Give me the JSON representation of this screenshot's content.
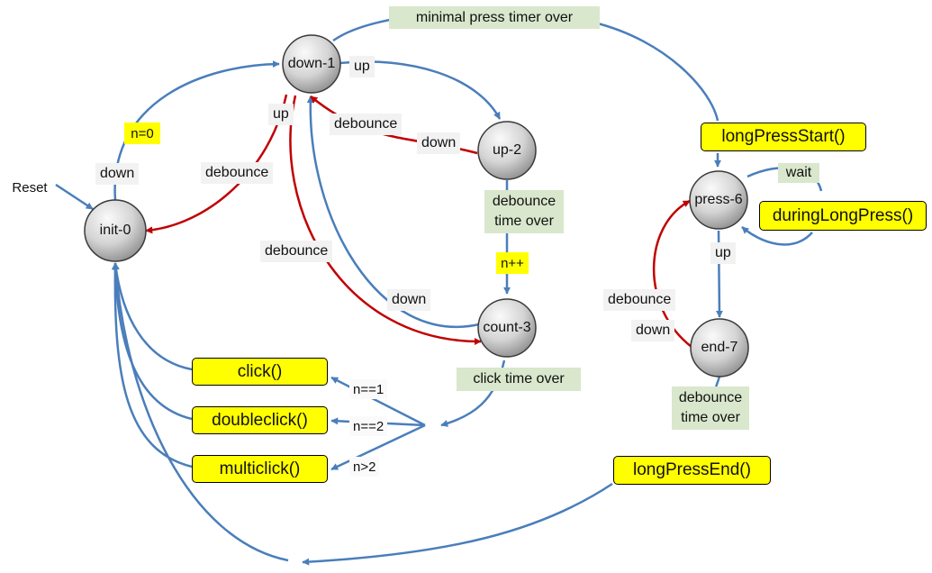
{
  "colors": {
    "transition": "#4a7ebb",
    "debounce_transition": "#c00000",
    "state_fill_light": "#f7f7f7",
    "state_fill_dark": "#9a9a9a",
    "callback_fill": "#ffff00",
    "timer_fill": "#d9e7cc",
    "label_fill": "#f2f2f2"
  },
  "states": {
    "init": "init-0",
    "down": "down-1",
    "up": "up-2",
    "count": "count-3",
    "press": "press-6",
    "end": "end-7"
  },
  "entry": {
    "reset": "Reset"
  },
  "labels": {
    "down_init": "down",
    "n_eq_0": "n=0",
    "up_down1": "up",
    "debounce_down1_to_init": "debounce",
    "up_to_up2": "up",
    "debounce_up2_to_down1": "debounce",
    "down_up2": "down",
    "debounce_time_over_up2": [
      "debounce",
      "time over"
    ],
    "n_plus_plus": "n++",
    "debounce_down1_to_count": "debounce",
    "down_count3": "down",
    "click_time_over": "click time over",
    "n_eq_1": "n==1",
    "n_eq_2": "n==2",
    "n_gt_2": "n>2",
    "minimal_press_timer_over": "minimal press timer over",
    "wait": "wait",
    "up_press6": "up",
    "debounce_end7": "debounce",
    "down_end7": "down",
    "debounce_time_over_end7": [
      "debounce",
      "time over"
    ]
  },
  "callbacks": {
    "click": "click()",
    "doubleclick": "doubleclick()",
    "multiclick": "multiclick()",
    "long_press_start": "longPressStart()",
    "during_long_press": "duringLongPress()",
    "long_press_end": "longPressEnd()"
  }
}
